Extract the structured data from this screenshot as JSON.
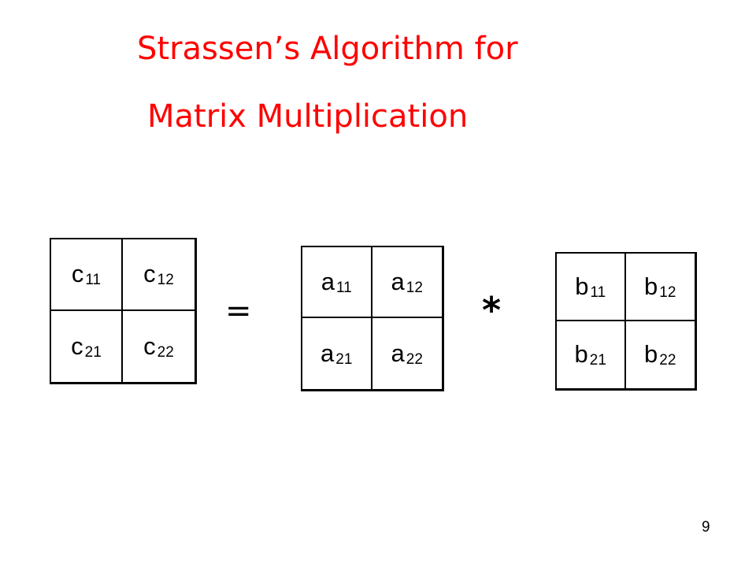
{
  "slide": {
    "title_line_1": "Strassen’s Algorithm for",
    "title_line_2": "Matrix Multiplication",
    "page_number": "9"
  },
  "colors": {
    "title": "#ff0000",
    "text": "#000000",
    "background": "#ffffff"
  },
  "equation": {
    "equals_sign": "=",
    "multiply_sign": "*",
    "matrices": [
      {
        "name": "c",
        "cells": [
          [
            "c",
            "11"
          ],
          [
            "c",
            "12"
          ],
          [
            "c",
            "21"
          ],
          [
            "c",
            "22"
          ]
        ]
      },
      {
        "name": "a",
        "cells": [
          [
            "a",
            "11"
          ],
          [
            "a",
            "12"
          ],
          [
            "a",
            "21"
          ],
          [
            "a",
            "22"
          ]
        ]
      },
      {
        "name": "b",
        "cells": [
          [
            "b",
            "11"
          ],
          [
            "b",
            "12"
          ],
          [
            "b",
            "21"
          ],
          [
            "b",
            "22"
          ]
        ]
      }
    ]
  }
}
